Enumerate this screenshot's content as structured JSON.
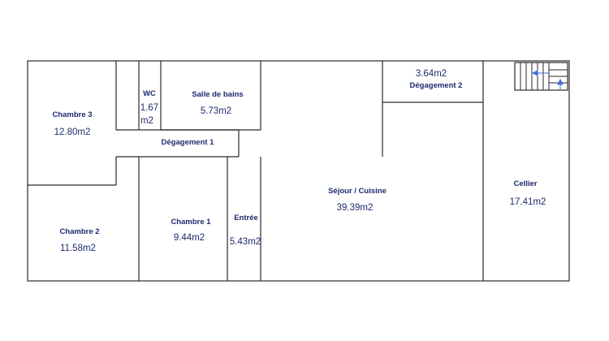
{
  "rooms": {
    "chambre3": {
      "name": "Chambre 3",
      "area": "12.80m2"
    },
    "wc": {
      "name": "WC",
      "area_line1": "1.67",
      "area_line2": "m2"
    },
    "salle_de_bains": {
      "name": "Salle de bains",
      "area": "5.73m2"
    },
    "degagement1": {
      "name": "Dégagement 1"
    },
    "degagement2": {
      "name": "Dégagement 2",
      "area": "3.64m2"
    },
    "sejour_cuisine": {
      "name": "Séjour / Cuisine",
      "area": "39.39m2"
    },
    "cellier": {
      "name": "Cellier",
      "area": "17.41m2"
    },
    "chambre2": {
      "name": "Chambre 2",
      "area": "11.58m2"
    },
    "chambre1": {
      "name": "Chambre 1",
      "area": "9.44m2"
    },
    "entree": {
      "name": "Entrée",
      "area": "5.43m2"
    }
  },
  "colors": {
    "wall": "#2a2a2a",
    "label": "#1e2a6e",
    "arrow": "#3a6fd8"
  },
  "icons": {
    "stairs": "staircase-icon"
  }
}
